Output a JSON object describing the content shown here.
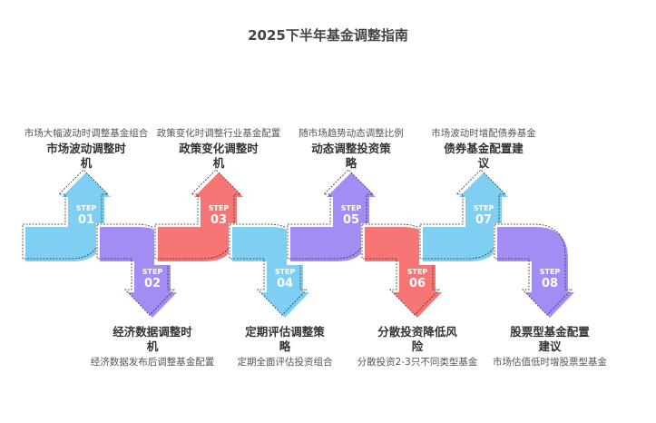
{
  "title": "2025下半年基金调整指南",
  "step_prefix": "STEP",
  "colors": {
    "blue": "#7ecff2",
    "purple": "#a48cf5",
    "red": "#f87575"
  },
  "steps": [
    {
      "num": "01",
      "title": "市场波动调整时机",
      "desc": "市场大幅波动时调整基金组合",
      "color": "blue",
      "dir": "up"
    },
    {
      "num": "02",
      "title": "经济数据调整时机",
      "desc": "经济数据发布后调整基金配置",
      "color": "purple",
      "dir": "down"
    },
    {
      "num": "03",
      "title": "政策变化调整时机",
      "desc": "政策变化时调整行业基金配置",
      "color": "red",
      "dir": "up"
    },
    {
      "num": "04",
      "title": "定期评估调整策略",
      "desc": "定期全面评估投资组合",
      "color": "blue",
      "dir": "down"
    },
    {
      "num": "05",
      "title": "动态调整投资策略",
      "desc": "随市场趋势动态调整比例",
      "color": "purple",
      "dir": "up"
    },
    {
      "num": "06",
      "title": "分散投资降低风险",
      "desc": "分散投资2-3只不同类型基金",
      "color": "red",
      "dir": "down"
    },
    {
      "num": "07",
      "title": "债券基金配置建议",
      "desc": "市场波动时增配债券基金",
      "color": "blue",
      "dir": "up"
    },
    {
      "num": "08",
      "title": "股票型基金配置建议",
      "desc": "市场估值低时增股票型基金",
      "color": "purple",
      "dir": "down"
    }
  ]
}
